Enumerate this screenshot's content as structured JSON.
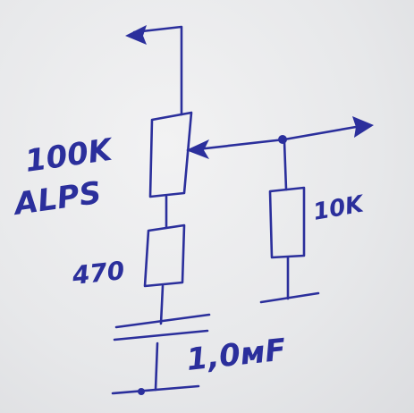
{
  "labels": {
    "pot_value": "100K",
    "pot_brand": "ALPS",
    "series_resistor": "470",
    "load_resistor": "10K",
    "capacitor": "1,0мF"
  },
  "colors": {
    "ink": "#2b2f9c",
    "paper": "#ececee"
  }
}
